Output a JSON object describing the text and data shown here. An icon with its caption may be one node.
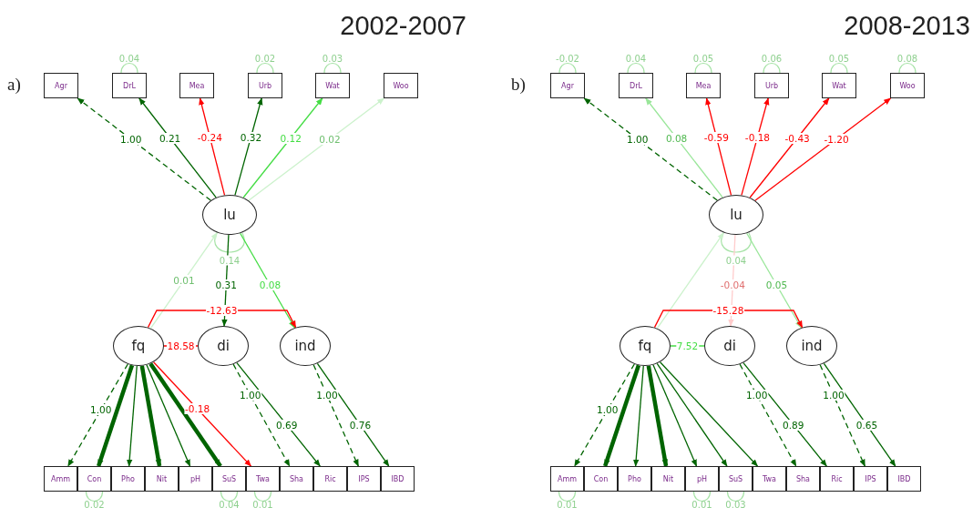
{
  "diagram": {
    "nodes": [
      {
        "text": [
          "Agr"
        ]
      },
      {
        "text": [
          "DrL"
        ],
        "beside": [
          "0.04"
        ]
      },
      {
        "text": [
          "Mea"
        ]
      },
      {
        "text": [
          "Urb"
        ],
        "beside": [
          "0.02"
        ]
      },
      {
        "text": [
          "Wat"
        ],
        "beside": [
          "0.03"
        ]
      },
      {
        "text": [
          "Woo"
        ]
      },
      {
        "text": [
          "lu"
        ],
        "beside": [
          "0.14"
        ]
      },
      {
        "text": [
          "fq"
        ]
      },
      {
        "text": [
          "di"
        ]
      },
      {
        "text": [
          "ind"
        ]
      },
      {
        "text": [
          "Amm"
        ]
      },
      {
        "text": [
          "Con"
        ],
        "beside": [
          "0.02"
        ]
      },
      {
        "text": [
          "Pho"
        ]
      },
      {
        "text": [
          "Nit"
        ]
      },
      {
        "text": [
          "pH"
        ]
      },
      {
        "text": [
          "SuS"
        ],
        "beside": [
          "0.04"
        ]
      },
      {
        "text": [
          "Twa"
        ],
        "beside": [
          "0.01"
        ]
      },
      {
        "text": [
          "Sha"
        ]
      },
      {
        "text": [
          "Ric"
        ]
      },
      {
        "text": [
          "IPS"
        ]
      },
      {
        "text": [
          "IBD"
        ]
      },
      {
        "text": [
          "Agr"
        ],
        "beside": [
          "-0.02"
        ]
      },
      {
        "text": [
          "DrL"
        ],
        "beside": [
          "0.04"
        ]
      },
      {
        "text": [
          "Mea"
        ],
        "beside": [
          "0.05"
        ]
      },
      {
        "text": [
          "Urb"
        ],
        "beside": [
          "0.06"
        ]
      },
      {
        "text": [
          "Wat"
        ],
        "beside": [
          "0.05"
        ]
      },
      {
        "text": [
          "Woo"
        ],
        "beside": [
          "0.08"
        ]
      },
      {
        "text": [
          "lu"
        ],
        "beside": [
          "0.04"
        ]
      },
      {
        "text": [
          "fq"
        ]
      },
      {
        "text": [
          "di"
        ]
      },
      {
        "text": [
          "ind"
        ]
      },
      {
        "text": [
          "Amm"
        ],
        "beside": [
          "0.01"
        ]
      },
      {
        "text": [
          "Con"
        ]
      },
      {
        "text": [
          "Pho"
        ]
      },
      {
        "text": [
          "Nit"
        ]
      },
      {
        "text": [
          "pH"
        ],
        "beside": [
          "0.01"
        ]
      },
      {
        "text": [
          "SuS"
        ],
        "beside": [
          "0.03"
        ]
      },
      {
        "text": [
          "Twa"
        ]
      },
      {
        "text": [
          "Sha"
        ]
      },
      {
        "text": [
          "Ric"
        ]
      },
      {
        "text": [
          "IPS"
        ]
      },
      {
        "text": [
          "IBD"
        ]
      }
    ],
    "edges": [
      {
        "from": 6,
        "to": 0,
        "arrow": "to",
        "label": "1.00",
        "style": "dashed"
      },
      {
        "from": 6,
        "to": 1,
        "arrow": "to",
        "label": "0.21"
      },
      {
        "from": 6,
        "to": 2,
        "arrow": "to",
        "label": "-0.24",
        "color": "#ff0000"
      },
      {
        "from": 6,
        "to": 3,
        "arrow": "to",
        "label": "0.32"
      },
      {
        "from": 6,
        "to": 4,
        "arrow": "to",
        "label": "0.12",
        "color": "#44dd44"
      },
      {
        "from": 6,
        "to": 5,
        "arrow": "to",
        "label": "0.02",
        "color": "#ccf2cc"
      },
      {
        "from": 7,
        "to": 6,
        "arrow": "to",
        "label": "0.01",
        "color": "#ccf2cc"
      },
      {
        "from": 6,
        "to": 8,
        "arrow": "to",
        "label": "0.31"
      },
      {
        "from": 6,
        "to": 9,
        "arrow": "to",
        "label": "0.08",
        "color": "#44dd44"
      },
      {
        "from": 7,
        "to": 9,
        "arrow": "to",
        "label": "-12.63",
        "color": "#ff0000"
      },
      {
        "from": 7,
        "to": 8,
        "arrow": "none",
        "label": "18.58",
        "color": "#ff0000"
      },
      {
        "from": 7,
        "to": 10,
        "arrow": "to",
        "label": "1.00",
        "style": "dashed"
      },
      {
        "from": 7,
        "to": 11,
        "arrow": "to",
        "style": "thick"
      },
      {
        "from": 7,
        "to": 12,
        "arrow": "to"
      },
      {
        "from": 7,
        "to": 13,
        "arrow": "to",
        "style": "thick"
      },
      {
        "from": 7,
        "to": 14,
        "arrow": "to"
      },
      {
        "from": 7,
        "to": 15,
        "arrow": "to",
        "style": "thick"
      },
      {
        "from": 7,
        "to": 16,
        "arrow": "to",
        "label": "-0.18",
        "color": "#ff0000"
      },
      {
        "from": 8,
        "to": 17,
        "arrow": "to",
        "label": "1.00",
        "style": "dashed"
      },
      {
        "from": 8,
        "to": 18,
        "arrow": "to",
        "label": "0.69"
      },
      {
        "from": 9,
        "to": 19,
        "arrow": "to",
        "label": "1.00",
        "style": "dashed"
      },
      {
        "from": 9,
        "to": 20,
        "arrow": "to",
        "label": "0.76"
      },
      {
        "from": 27,
        "to": 21,
        "arrow": "to",
        "label": "1.00",
        "style": "dashed"
      },
      {
        "from": 27,
        "to": 22,
        "arrow": "to",
        "label": "0.08",
        "color": "#99e699"
      },
      {
        "from": 27,
        "to": 23,
        "arrow": "to",
        "label": "-0.59",
        "color": "#ff0000"
      },
      {
        "from": 27,
        "to": 24,
        "arrow": "to",
        "label": "-0.18",
        "color": "#ff0000"
      },
      {
        "from": 27,
        "to": 25,
        "arrow": "to",
        "label": "-0.43",
        "color": "#ff0000"
      },
      {
        "from": 27,
        "to": 26,
        "arrow": "to",
        "label": "-1.20",
        "color": "#ff0000"
      },
      {
        "from": 28,
        "to": 27,
        "arrow": "to",
        "color": "#ccf2cc"
      },
      {
        "from": 27,
        "to": 29,
        "arrow": "to",
        "label": "-0.04",
        "color": "#ffcccc"
      },
      {
        "from": 27,
        "to": 30,
        "arrow": "to",
        "label": "0.05",
        "color": "#99e699"
      },
      {
        "from": 28,
        "to": 30,
        "arrow": "to",
        "label": "-15.28",
        "color": "#ff0000"
      },
      {
        "from": 28,
        "to": 29,
        "arrow": "none",
        "label": "7.52",
        "color": "#44dd44"
      },
      {
        "from": 28,
        "to": 31,
        "arrow": "to",
        "label": "1.00",
        "style": "dashed"
      },
      {
        "from": 28,
        "to": 32,
        "arrow": "to",
        "style": "thick"
      },
      {
        "from": 28,
        "to": 33,
        "arrow": "to"
      },
      {
        "from": 28,
        "to": 34,
        "arrow": "to",
        "style": "thick"
      },
      {
        "from": 28,
        "to": 35,
        "arrow": "to"
      },
      {
        "from": 28,
        "to": 36,
        "arrow": "to"
      },
      {
        "from": 28,
        "to": 37,
        "arrow": "to"
      },
      {
        "from": 29,
        "to": 38,
        "arrow": "to",
        "label": "1.00",
        "style": "dashed"
      },
      {
        "from": 29,
        "to": 39,
        "arrow": "to",
        "label": "0.89"
      },
      {
        "from": 30,
        "to": 40,
        "arrow": "to",
        "label": "1.00",
        "style": "dashed"
      },
      {
        "from": 30,
        "to": 41,
        "arrow": "to",
        "label": "0.65"
      }
    ],
    "labels": [
      "2002-2007",
      "a)",
      "2008-2013",
      "b)"
    ]
  }
}
